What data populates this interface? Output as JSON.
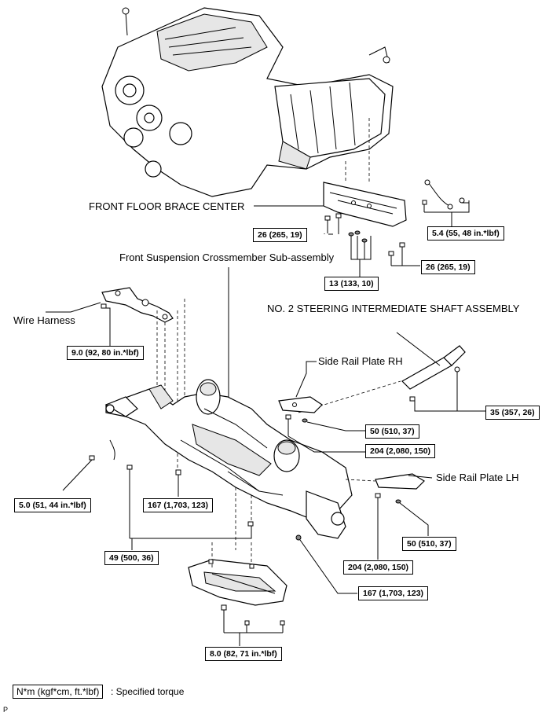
{
  "parts": {
    "front_floor_brace_center": "FRONT FLOOR BRACE CENTER",
    "front_suspension_crossmember": "Front Suspension Crossmember Sub-assembly",
    "no2_steering_shaft": "NO. 2 STEERING INTERMEDIATE SHAFT ASSEMBLY",
    "wire_harness": "Wire Harness",
    "side_rail_plate_rh": "Side Rail Plate RH",
    "side_rail_plate_lh": "Side Rail Plate LH"
  },
  "torques": {
    "t26_left": "26 (265, 19)",
    "t54": "5.4 (55, 48 in.*lbf)",
    "t13": "13 (133, 10)",
    "t26_right": "26 (265, 19)",
    "t90": "9.0 (92, 80 in.*lbf)",
    "t35": "35 (357, 26)",
    "t50_upper": "50 (510, 37)",
    "t204_upper": "204 (2,080, 150)",
    "t50": "5.0 (51, 44 in.*lbf)",
    "t167_left": "167 (1,703, 123)",
    "t50_lower": "50 (510, 37)",
    "t49": "49 (500, 36)",
    "t204_lower": "204 (2,080, 150)",
    "t167_right": "167 (1,703, 123)",
    "t80": "8.0 (82, 71 in.*lbf)"
  },
  "legend": {
    "box": "N*m (kgf*cm, ft.*lbf)",
    "text": ": Specified torque"
  },
  "corner_mark": "P"
}
